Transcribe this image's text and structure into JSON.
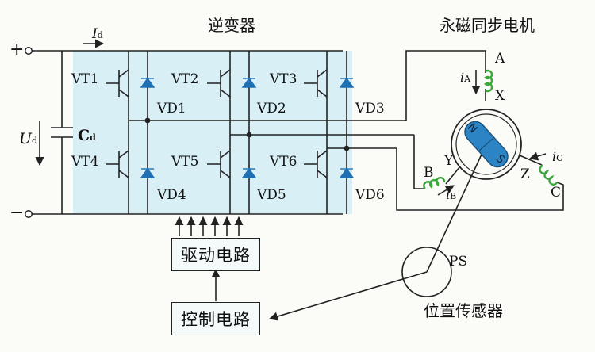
{
  "title_inverter": "逆变器",
  "title_motor": "永磁同步电机",
  "title_sensor": "位置传感器",
  "terminals": {
    "plus": "+",
    "minus": "−"
  },
  "current_dc": {
    "symbol": "I",
    "sub": "d"
  },
  "voltage_dc": {
    "symbol": "U",
    "sub": "d"
  },
  "capacitor": {
    "symbol": "C",
    "sub": "d"
  },
  "switches": [
    "VT1",
    "VT2",
    "VT3",
    "VT4",
    "VT5",
    "VT6"
  ],
  "diodes": [
    "VD1",
    "VD2",
    "VD3",
    "VD4",
    "VD5",
    "VD6"
  ],
  "motor_terminals": [
    "A",
    "X",
    "B",
    "Y",
    "Z",
    "C"
  ],
  "phase_currents": [
    {
      "symbol": "i",
      "sub": "A"
    },
    {
      "symbol": "i",
      "sub": "B"
    },
    {
      "symbol": "i",
      "sub": "C"
    }
  ],
  "rotor_poles": {
    "north": "N",
    "south": "S"
  },
  "sensor_label": "PS",
  "blocks": {
    "driver": "驱动电路",
    "controller": "控制电路"
  },
  "colors": {
    "inverter_bg": "#d7eff5",
    "diode": "#1f6fb3",
    "winding": "#39a83a",
    "wire": "#222222"
  }
}
